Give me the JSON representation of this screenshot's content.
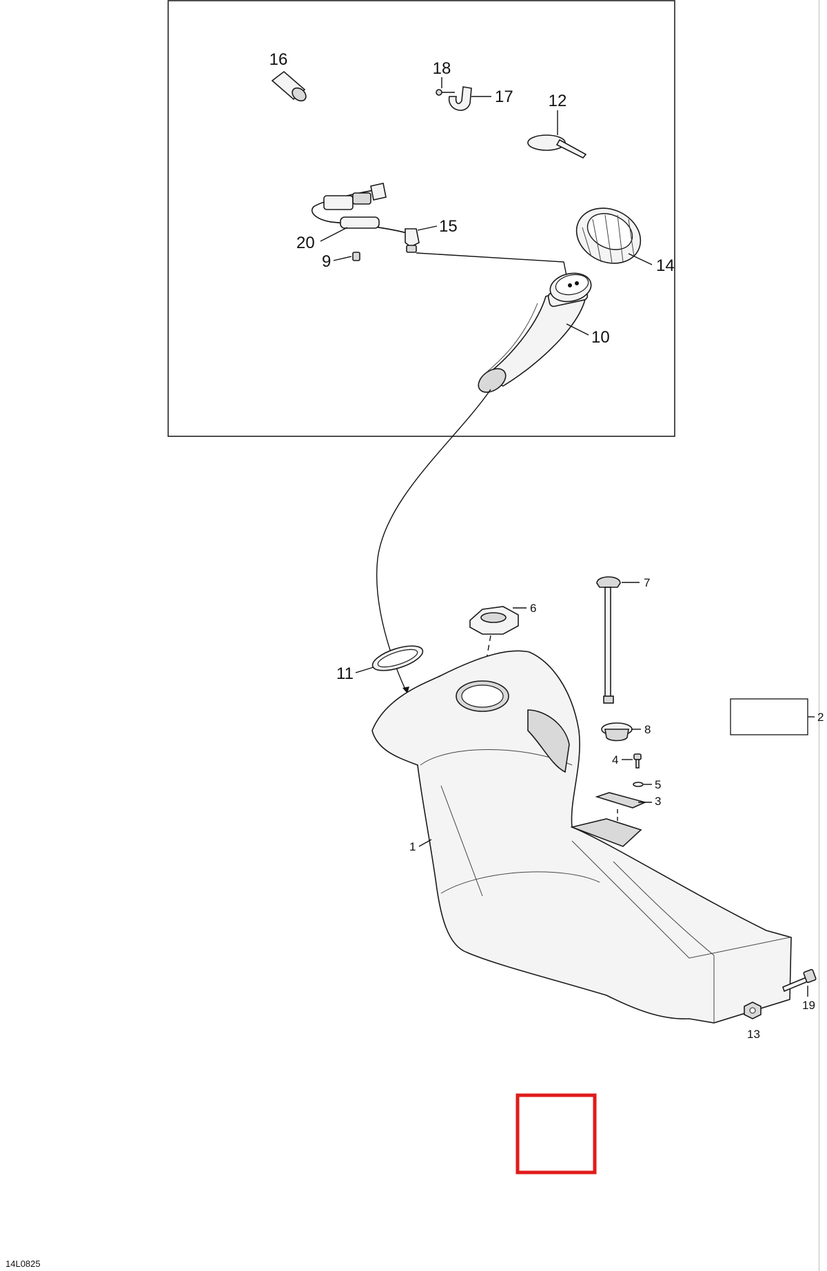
{
  "figure_code": "14L0825",
  "callouts": {
    "c1": "1",
    "c2": "2",
    "c3": "3",
    "c4": "4",
    "c5": "5",
    "c6": "6",
    "c7": "7",
    "c8": "8",
    "c9": "9",
    "c10": "10",
    "c11": "11",
    "c12": "12",
    "c13": "13",
    "c14": "14",
    "c15": "15",
    "c16": "16",
    "c17": "17",
    "c18": "18",
    "c19": "19",
    "c20": "20"
  },
  "colors": {
    "highlight_box": "#e01b1b",
    "line": "#111111"
  }
}
